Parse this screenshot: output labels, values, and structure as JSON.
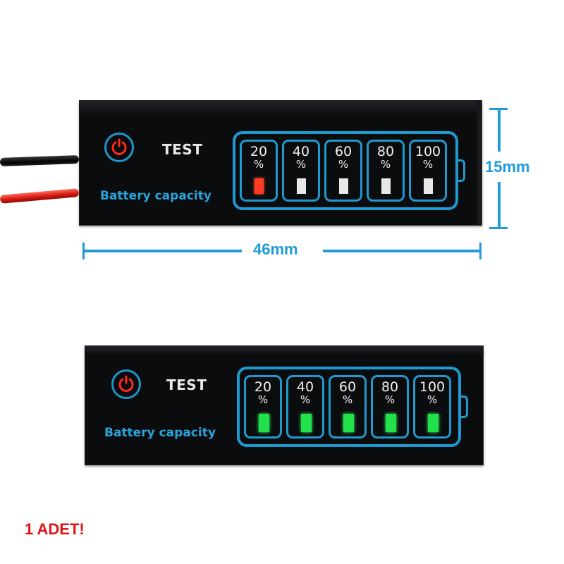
{
  "colors": {
    "accent_blue": "#1f99cf",
    "module_body": "#0b0c0e",
    "led_red": "#ff3b22",
    "led_green": "#22e04a",
    "led_off": "#e8e8e8",
    "note_red": "#e01414"
  },
  "icons": {
    "power": "power-icon"
  },
  "top_module": {
    "test_label": "TEST",
    "caption": "Battery capacity",
    "levels": [
      {
        "value": "20",
        "symbol": "%",
        "led": "red"
      },
      {
        "value": "40",
        "symbol": "%",
        "led": "white"
      },
      {
        "value": "60",
        "symbol": "%",
        "led": "white"
      },
      {
        "value": "80",
        "symbol": "%",
        "led": "white"
      },
      {
        "value": "100",
        "symbol": "%",
        "led": "white"
      }
    ]
  },
  "bottom_module": {
    "test_label": "TEST",
    "caption": "Battery capacity",
    "levels": [
      {
        "value": "20",
        "symbol": "%",
        "led": "green"
      },
      {
        "value": "40",
        "symbol": "%",
        "led": "green"
      },
      {
        "value": "60",
        "symbol": "%",
        "led": "green"
      },
      {
        "value": "80",
        "symbol": "%",
        "led": "green"
      },
      {
        "value": "100",
        "symbol": "%",
        "led": "green"
      }
    ]
  },
  "dimensions": {
    "height_label": "15mm",
    "width_label": "46mm"
  },
  "note": "1 ADET!"
}
